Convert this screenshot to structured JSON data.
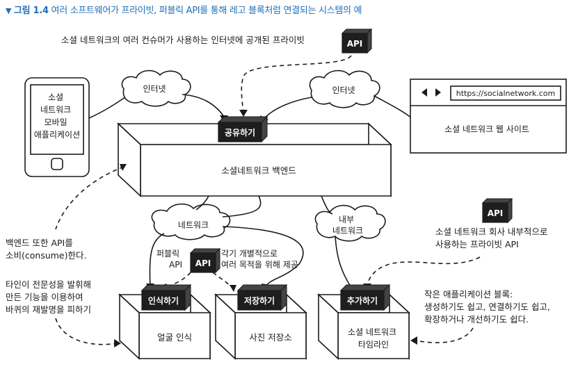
{
  "caption": {
    "marker": "▼",
    "figure": "그림 1.4",
    "text": "여러 소프트웨어가 프라이빗, 퍼블릭 API를 통해 레고 블록처럼 연결되는 시스템의 예"
  },
  "top_note": "소셜 네트워크의 여러 컨슈머가 사용하는 인터넷에 공개된 프라이빗",
  "api_label": "API",
  "mobile_app": [
    "소셜",
    "네트워크",
    "모바일",
    "애플리케이션"
  ],
  "cloud_internet_left": "인터넷",
  "cloud_internet_right": "인터넷",
  "browser": {
    "url": "https://socialnetwork.com",
    "title": "소셜 네트워크 웹 사이트"
  },
  "backend": {
    "label": "소셜네트워크 백엔드",
    "block": "공유하기"
  },
  "cloud_network": "네트워크",
  "cloud_internal": [
    "내부",
    "네트워크"
  ],
  "public_api": [
    "퍼블릭",
    "API"
  ],
  "public_api_note": [
    "각기 개별적으로",
    "여러 목적을 위해 제공"
  ],
  "private_api_note": [
    "소셜 네트워크 회사 내부적으로",
    "사용하는 프라이빗 API"
  ],
  "backend_also_api": [
    "백엔드 또한 API를",
    "소비(consume)한다."
  ],
  "expertise_note": [
    "타인이 전문성을 발휘해",
    "만든 기능을 이용하여",
    "바퀴의 재발명을 피하기"
  ],
  "small_apps_note": [
    "작은 애플리케이션 블록:",
    "생성하기도 쉽고, 연결하기도 쉽고,",
    "확장하거나 개선하기도 쉽다."
  ],
  "services": [
    {
      "block": "인식하기",
      "name": [
        "얼굴 인식"
      ]
    },
    {
      "block": "저장하기",
      "name": [
        "사진 저장소"
      ]
    },
    {
      "block": "추가하기",
      "name": [
        "소셜 네트워크",
        "타임라인"
      ]
    }
  ],
  "colors": {
    "caption": "#1f6fb5",
    "ink": "#1a1a1a",
    "block": "#1e1e1e"
  }
}
